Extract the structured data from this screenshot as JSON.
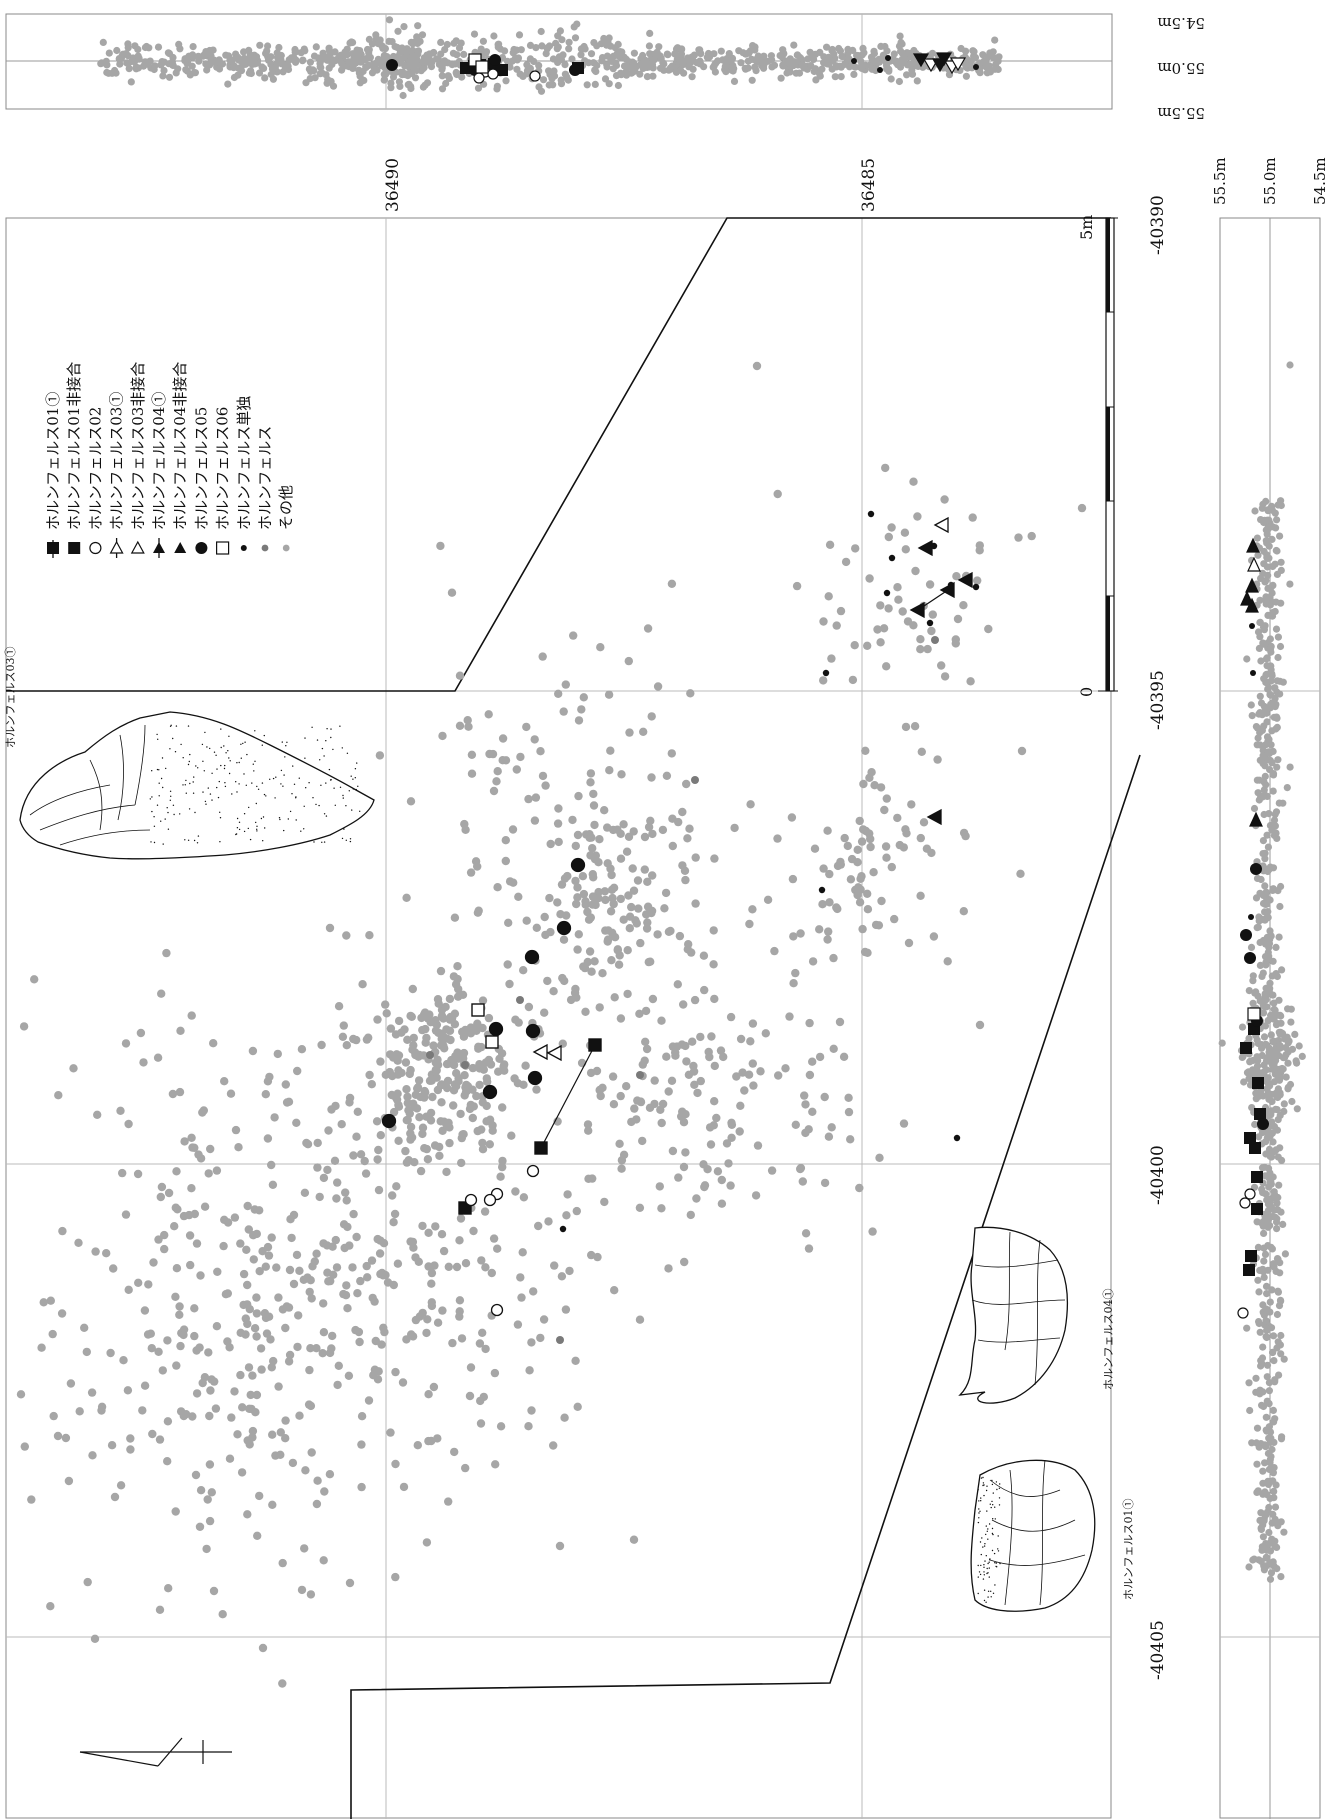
{
  "colors": {
    "scatter_gray": "#a6a6a6",
    "ink": "#111111",
    "grid": "#b5b5b5"
  },
  "plan": {
    "grid_x_labels": [
      "36490",
      "36485"
    ],
    "grid_y_labels": [
      "-40390",
      "-40395",
      "-40400",
      "-40405"
    ],
    "scale_bar": {
      "start": "0",
      "end": "5m"
    }
  },
  "top_profile": {
    "elevation_labels": [
      "54.5m",
      "55.0m",
      "55.5m"
    ]
  },
  "right_profile": {
    "elevation_labels": [
      "55.5m",
      "55.0m",
      "54.5m"
    ]
  },
  "legend": {
    "items": [
      {
        "symbol": "line-square",
        "label": "ホルンフェルス01①"
      },
      {
        "symbol": "filled-square",
        "label": "ホルンフェルス01非接合"
      },
      {
        "symbol": "open-circle",
        "label": "ホルンフェルス02"
      },
      {
        "symbol": "line-open-triangle",
        "label": "ホルンフェルス03①"
      },
      {
        "symbol": "open-triangle",
        "label": "ホルンフェルス03非接合"
      },
      {
        "symbol": "line-filled-triangle",
        "label": "ホルンフェルス04①"
      },
      {
        "symbol": "filled-triangle",
        "label": "ホルンフェルス04非接合"
      },
      {
        "symbol": "filled-circle",
        "label": "ホルンフェルス05"
      },
      {
        "symbol": "open-square",
        "label": "ホルンフェルス06"
      },
      {
        "symbol": "small-black-dot",
        "label": "ホルンフェルス単独"
      },
      {
        "symbol": "small-gray-dot-dark",
        "label": "ホルンフェルス"
      },
      {
        "symbol": "small-gray-dot",
        "label": "その他"
      }
    ]
  },
  "artifacts": [
    {
      "id": "ホルンフェルス03①",
      "icon": "stone-flake-drawing-icon"
    },
    {
      "id": "ホルンフェルス04①",
      "icon": "stone-core-drawing-icon"
    },
    {
      "id": "ホルンフェルス01①",
      "icon": "stone-core-drawing-icon"
    }
  ]
}
